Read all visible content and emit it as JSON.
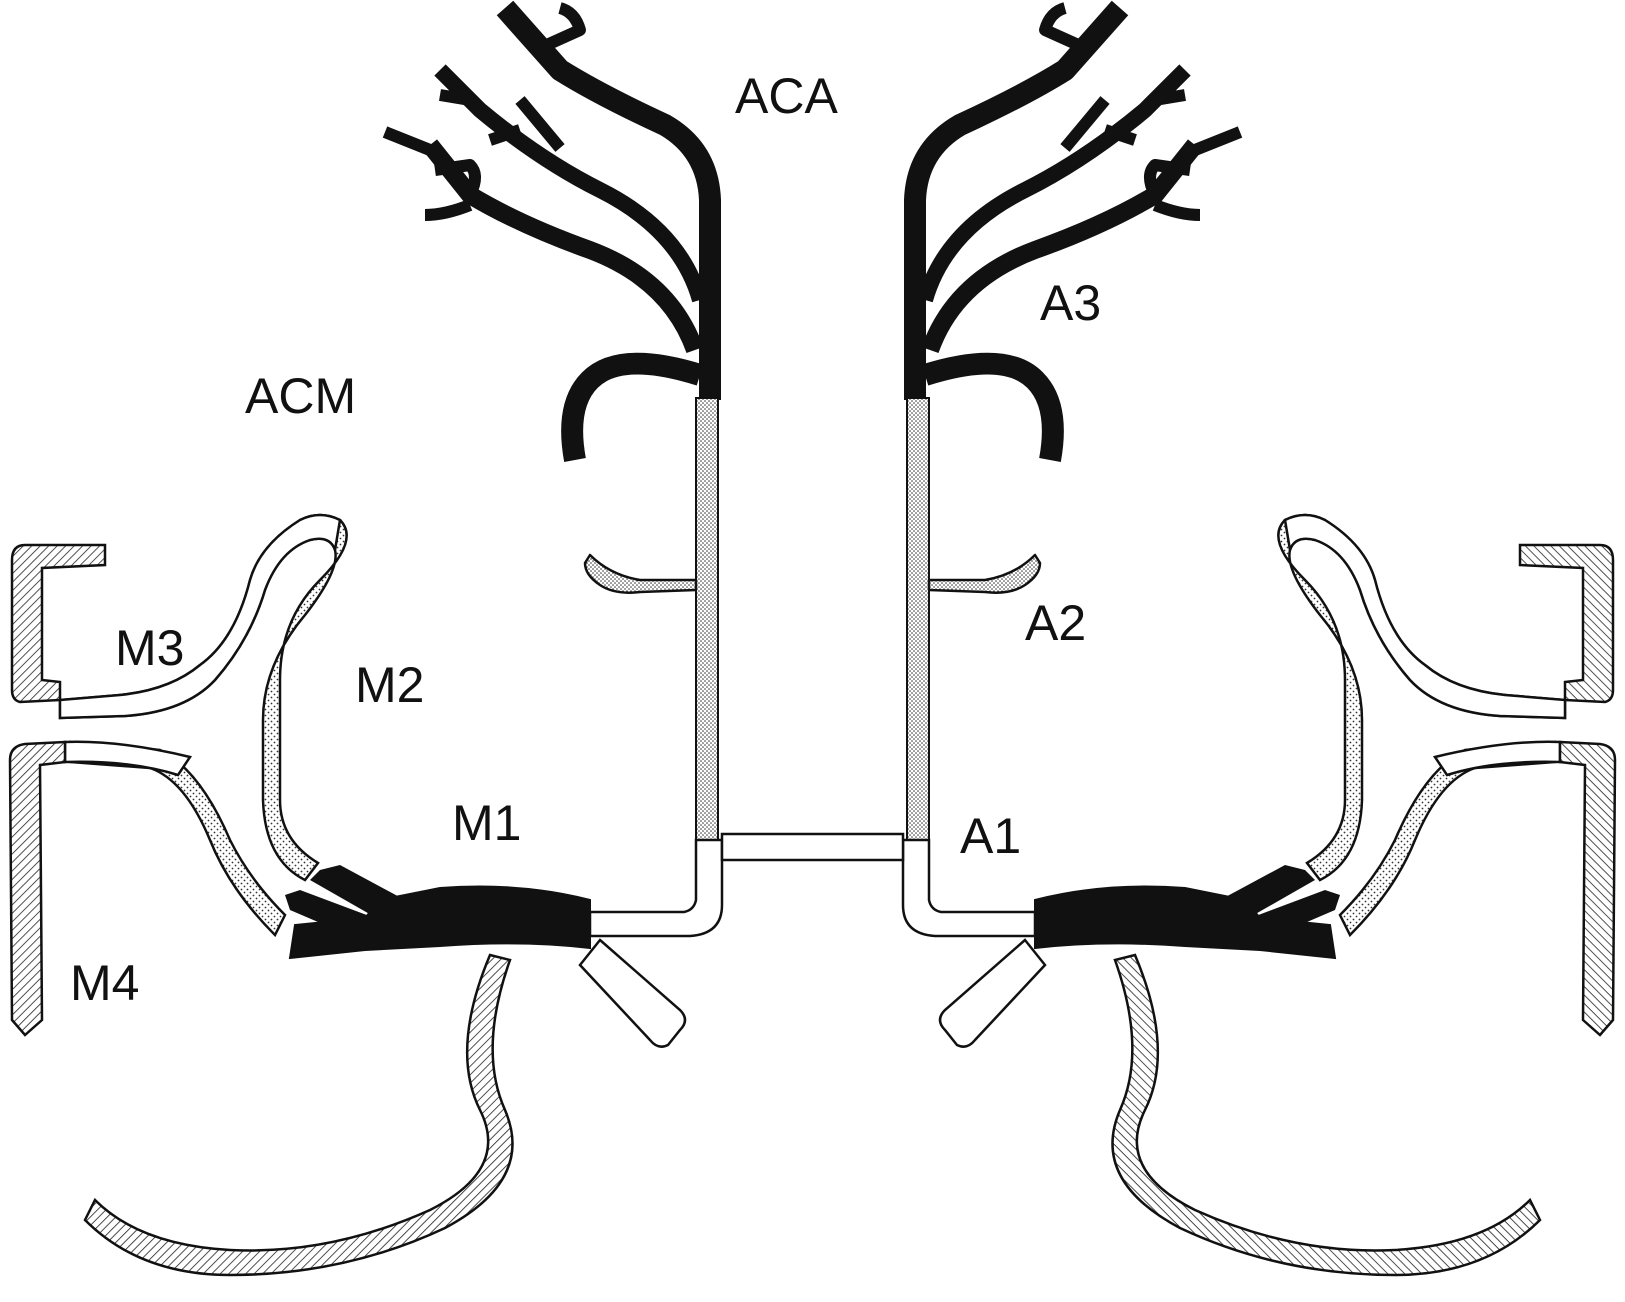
{
  "labels": {
    "aca": "ACA",
    "acm": "ACM",
    "a1": "A1",
    "a2": "A2",
    "a3": "A3",
    "m1": "M1",
    "m2": "M2",
    "m3": "M3",
    "m4": "M4"
  },
  "colors": {
    "ink": "#111111",
    "white_fill": "#ffffff",
    "stipple": "#d9d9d9",
    "hatch": "#bdbdbd"
  }
}
